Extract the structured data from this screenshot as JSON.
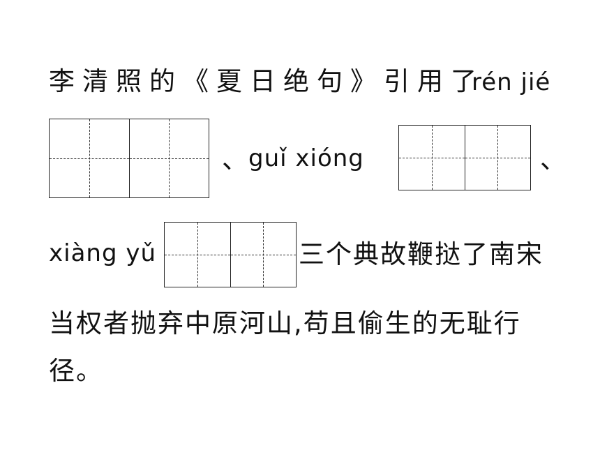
{
  "line1": {
    "text": "李清照的《夏日绝句》引用了",
    "pinyin": "rén jié"
  },
  "line2": {
    "sep1": "、",
    "pinyin": "guǐ xióng",
    "sep2": "、"
  },
  "line3": {
    "pinyin": "xiàng yǔ",
    "text": "三个典故鞭挞了南宋"
  },
  "line4": {
    "text": "当权者抛弃中原河山,苟且偷生的无耻行"
  },
  "line5": {
    "text": "径。"
  },
  "answer_boxes": [
    {
      "pinyin": "rén jié",
      "chars": 2
    },
    {
      "pinyin": "guǐ xióng",
      "chars": 2
    },
    {
      "pinyin": "xiàng yǔ",
      "chars": 2
    }
  ]
}
